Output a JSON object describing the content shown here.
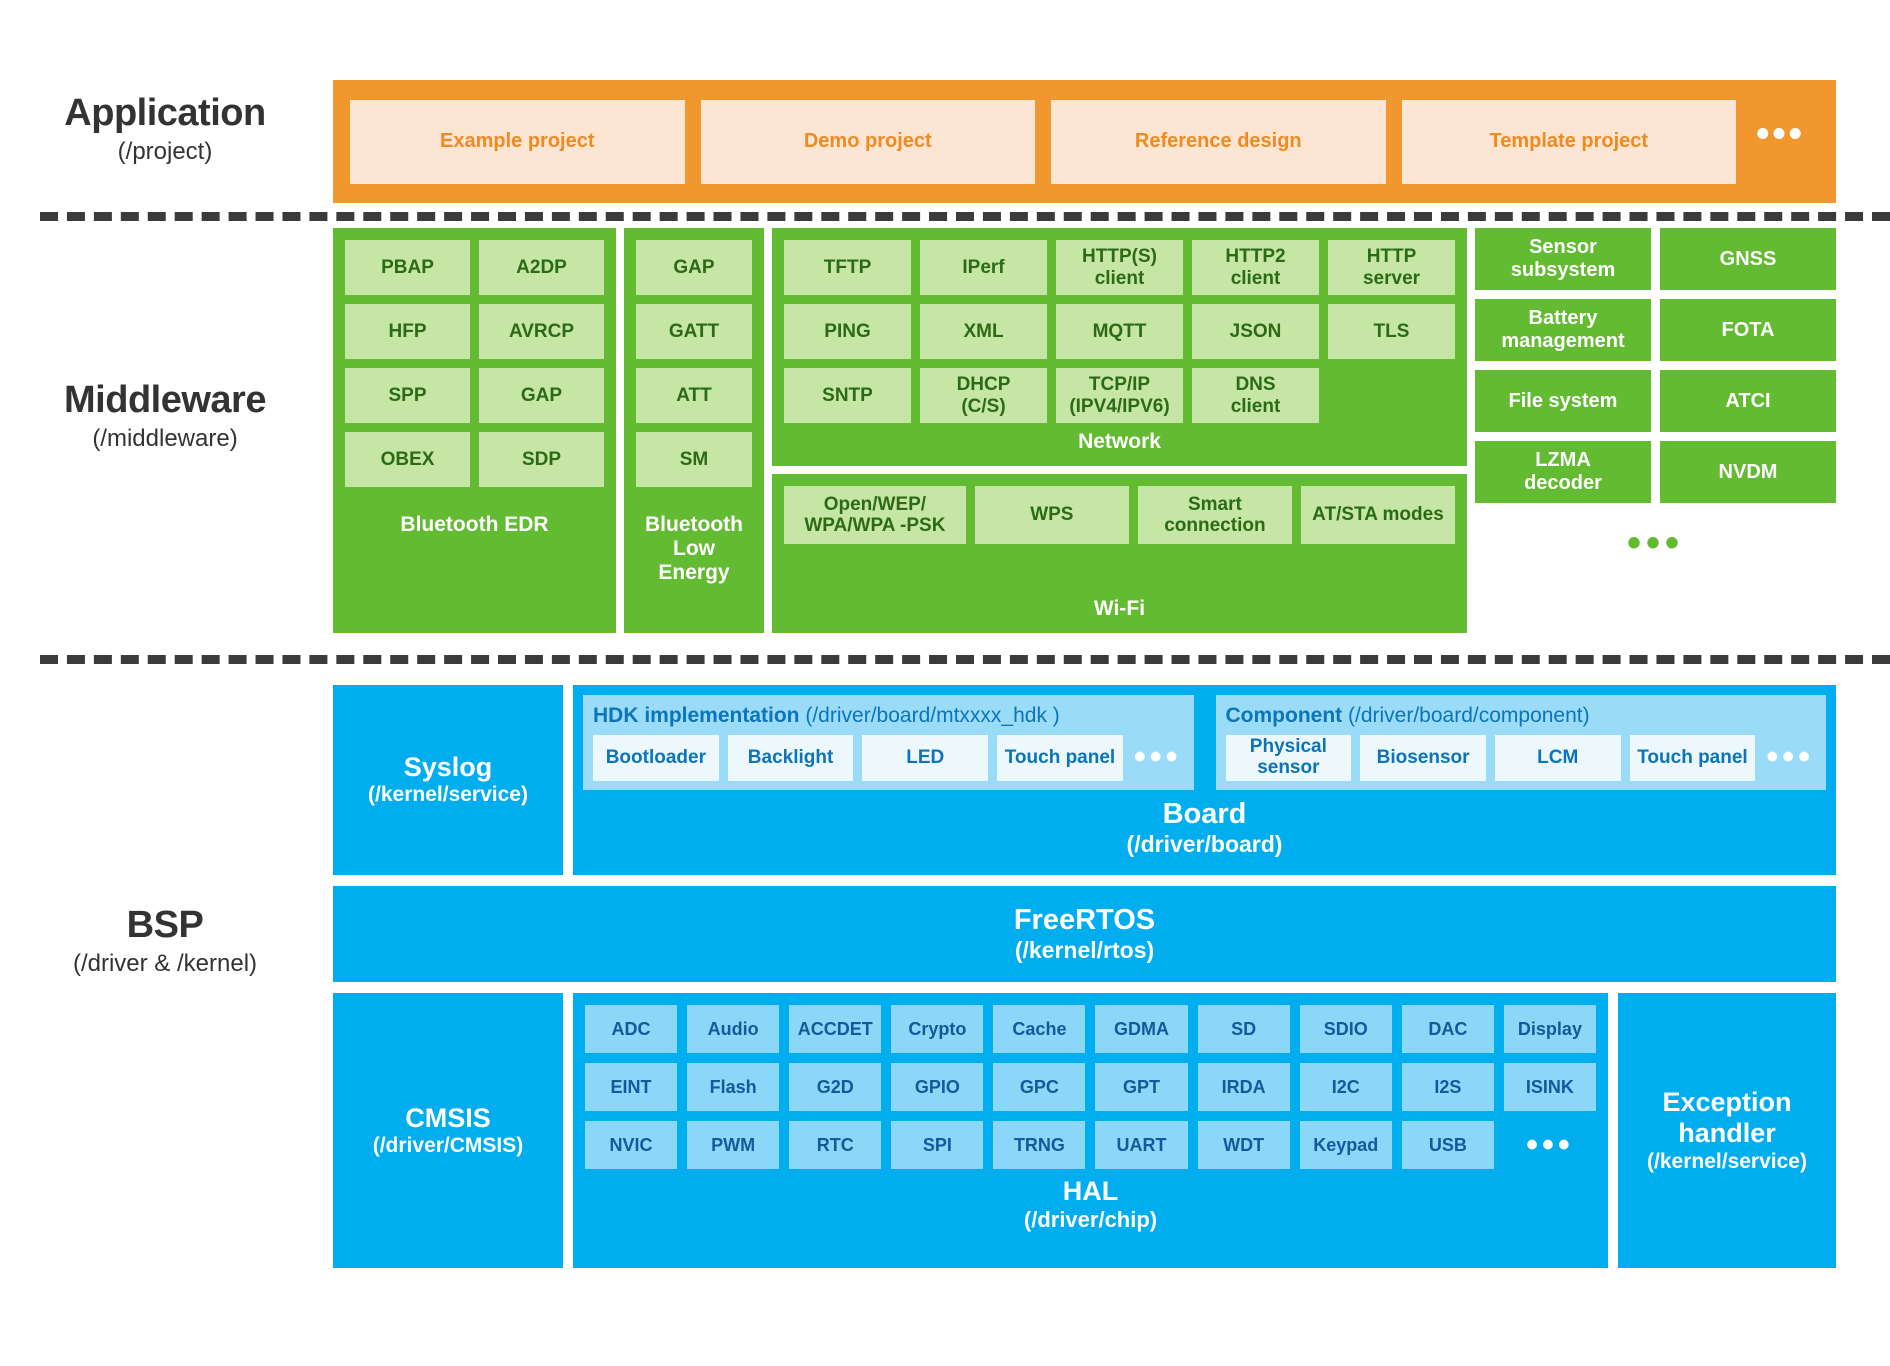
{
  "layers": {
    "application": {
      "title": "Application",
      "path": "(/project)"
    },
    "middleware": {
      "title": "Middleware",
      "path": "(/middleware)"
    },
    "bsp": {
      "title": "BSP",
      "path": "(/driver & /kernel)"
    }
  },
  "application": {
    "cards": [
      "Example project",
      "Demo project",
      "Reference design",
      "Template project"
    ],
    "more": "•••"
  },
  "middleware": {
    "bluetooth_edr": {
      "title": "Bluetooth EDR",
      "cells": [
        "PBAP",
        "A2DP",
        "HFP",
        "AVRCP",
        "SPP",
        "GAP",
        "OBEX",
        "SDP"
      ]
    },
    "bluetooth_le": {
      "title": "Bluetooth\nLow Energy",
      "title_line1": "Bluetooth",
      "title_line2": "Low Energy",
      "cells": [
        "GAP",
        "GATT",
        "ATT",
        "SM"
      ]
    },
    "network": {
      "title": "Network",
      "cells": [
        "TFTP",
        "IPerf",
        "HTTP(S)\nclient",
        "HTTP2\nclient",
        "HTTP\nserver",
        "PING",
        "XML",
        "MQTT",
        "JSON",
        "TLS",
        "SNTP",
        "DHCP\n(C/S)",
        "TCP/IP\n(IPV4/IPV6)",
        "DNS\nclient",
        ""
      ]
    },
    "wifi": {
      "title": "Wi-Fi",
      "cells": [
        "Open/WEP/\nWPA/WPA -PSK",
        "WPS",
        "Smart\nconnection",
        "AT/STA modes"
      ]
    },
    "services": {
      "cells": [
        "Sensor\nsubsystem",
        "GNSS",
        "Battery\nmanagement",
        "FOTA",
        "File system",
        "ATCI",
        "LZMA\ndecoder",
        "NVDM"
      ],
      "more": "•••"
    }
  },
  "bsp": {
    "syslog": {
      "title": "Syslog",
      "path": "(/kernel/service)"
    },
    "board": {
      "title": "Board",
      "path": "(/driver/board)",
      "hdk": {
        "title": "HDK implementation",
        "path": "(/driver/board/mtxxxx_hdk )",
        "chips": [
          "Bootloader",
          "Backlight",
          "LED",
          "Touch panel"
        ],
        "more": "•••"
      },
      "component": {
        "title": "Component",
        "path": "(/driver/board/component)",
        "chips": [
          "Physical\nsensor",
          "Biosensor",
          "LCM",
          "Touch panel"
        ],
        "more": "•••"
      }
    },
    "freertos": {
      "title": "FreeRTOS",
      "path": "(/kernel/rtos)"
    },
    "cmsis": {
      "title": "CMSIS",
      "path": "(/driver/CMSIS)"
    },
    "hal": {
      "title": "HAL",
      "path": "(/driver/chip)",
      "cells": [
        "ADC",
        "Audio",
        "ACCDET",
        "Crypto",
        "Cache",
        "GDMA",
        "SD",
        "SDIO",
        "DAC",
        "Display",
        "EINT",
        "Flash",
        "G2D",
        "GPIO",
        "GPC",
        "GPT",
        "IRDA",
        "I2C",
        "I2S",
        "ISINK",
        "NVIC",
        "PWM",
        "RTC",
        "SPI",
        "TRNG",
        "UART",
        "WDT",
        "Keypad",
        "USB",
        "•••"
      ]
    },
    "exception": {
      "title_line1": "Exception",
      "title_line2": "handler",
      "path": "(/kernel/service)"
    }
  },
  "colors": {
    "application_band": "#f0982d",
    "application_card": "#fce5d2",
    "application_text": "#f08a22",
    "middleware_group": "#62bb30",
    "middleware_cell": "#c5e6a4",
    "middleware_cell_text": "#2d6a18",
    "bsp_solid": "#00aeef",
    "bsp_panel": "#9adcf8",
    "bsp_chip": "#edf8fd",
    "bsp_chip_text": "#0c74b8",
    "hal_cell": "#8ad7f7",
    "hal_cell_text": "#14599c",
    "divider": "#3b3b3b"
  }
}
